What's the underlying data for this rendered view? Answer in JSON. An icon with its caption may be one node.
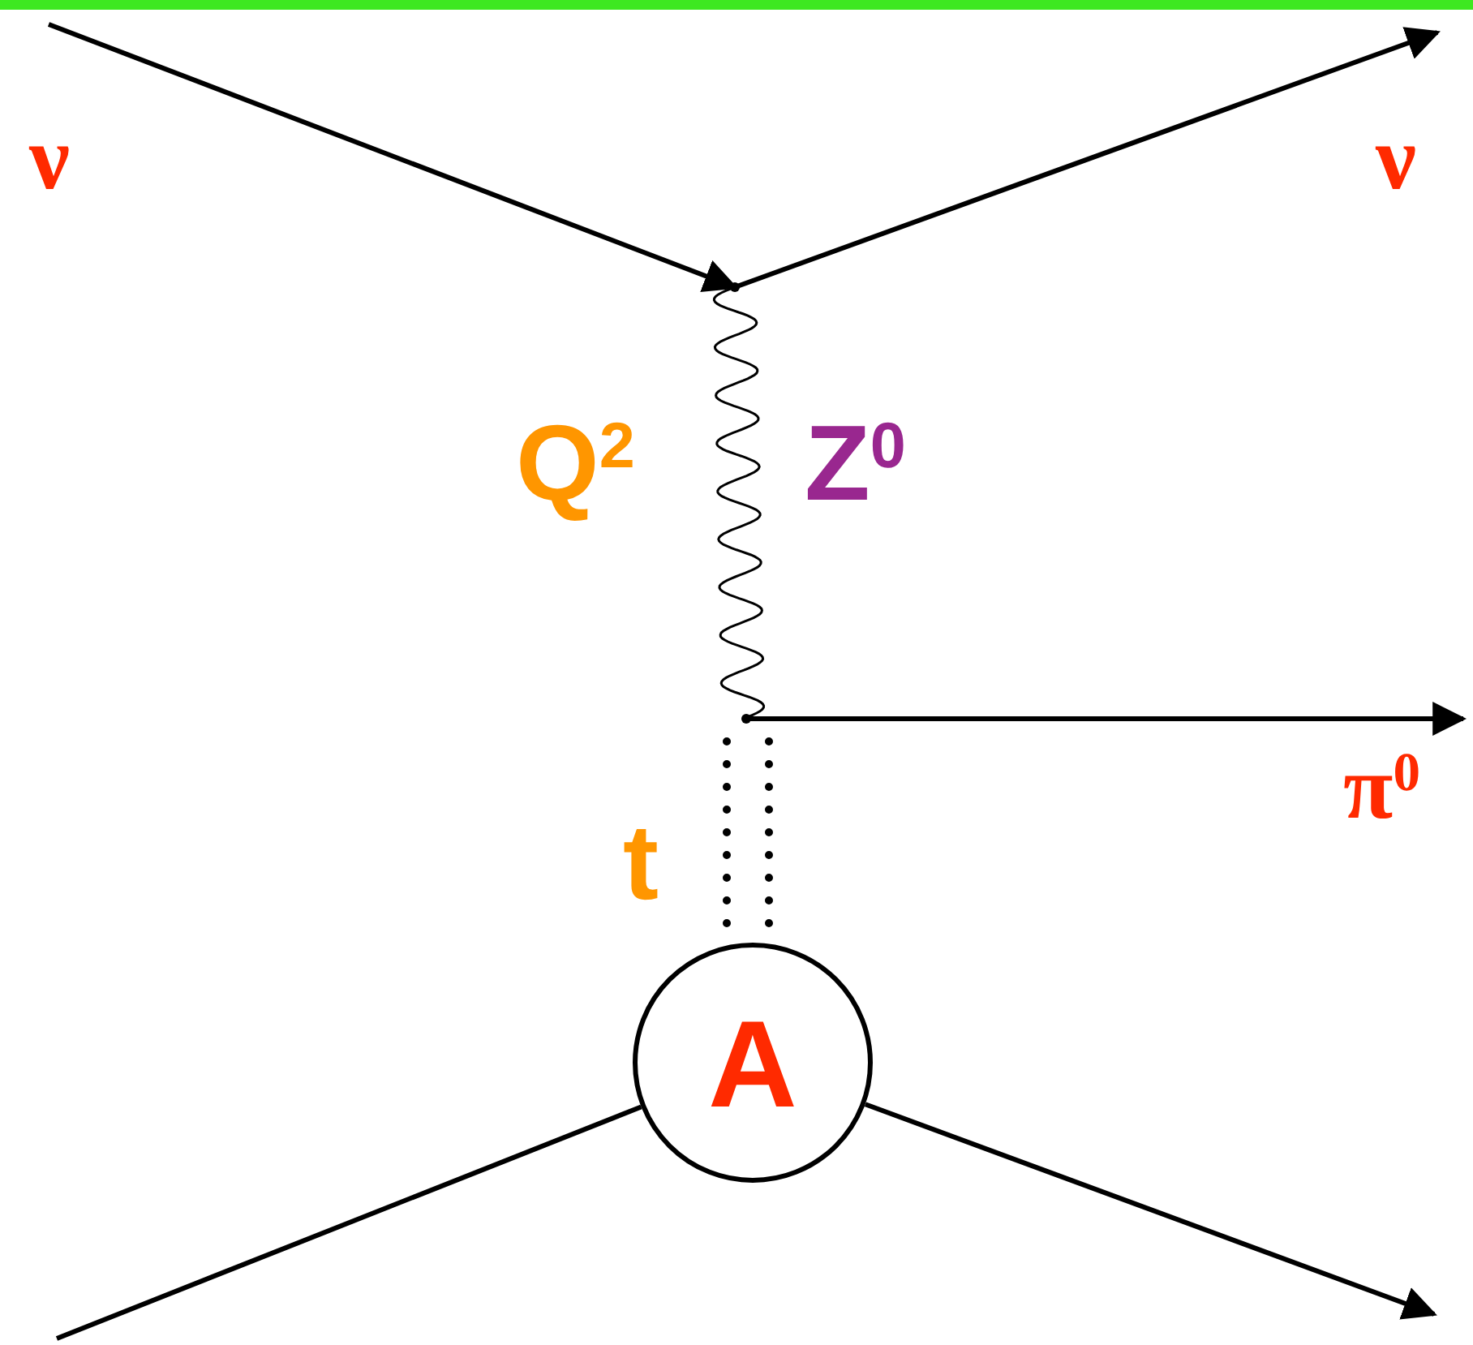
{
  "diagram": {
    "nodes": [
      {
        "text": [],
        "shape": "point"
      },
      {
        "text": [],
        "shape": "point"
      },
      {
        "text": [
          "A"
        ]
      }
    ],
    "edges": [
      {
        "from": null,
        "to": 0,
        "arrow": "to"
      },
      {
        "from": 0,
        "to": null,
        "arrow": "to"
      },
      {
        "from": 0,
        "to": 1,
        "arrow": "none"
      },
      {
        "from": 1,
        "to": null,
        "arrow": "to"
      },
      {
        "from": 1,
        "to": 2,
        "arrow": "none",
        "style": "dashed"
      },
      {
        "from": 1,
        "to": 2,
        "arrow": "none",
        "style": "dashed"
      },
      {
        "from": null,
        "to": 2,
        "arrow": "none"
      },
      {
        "from": 2,
        "to": null,
        "arrow": "to"
      }
    ],
    "labels": [
      "ν",
      "ν",
      "Q$^{2}$",
      "Z$^{0}$",
      "π$^{0}$",
      "t"
    ]
  }
}
